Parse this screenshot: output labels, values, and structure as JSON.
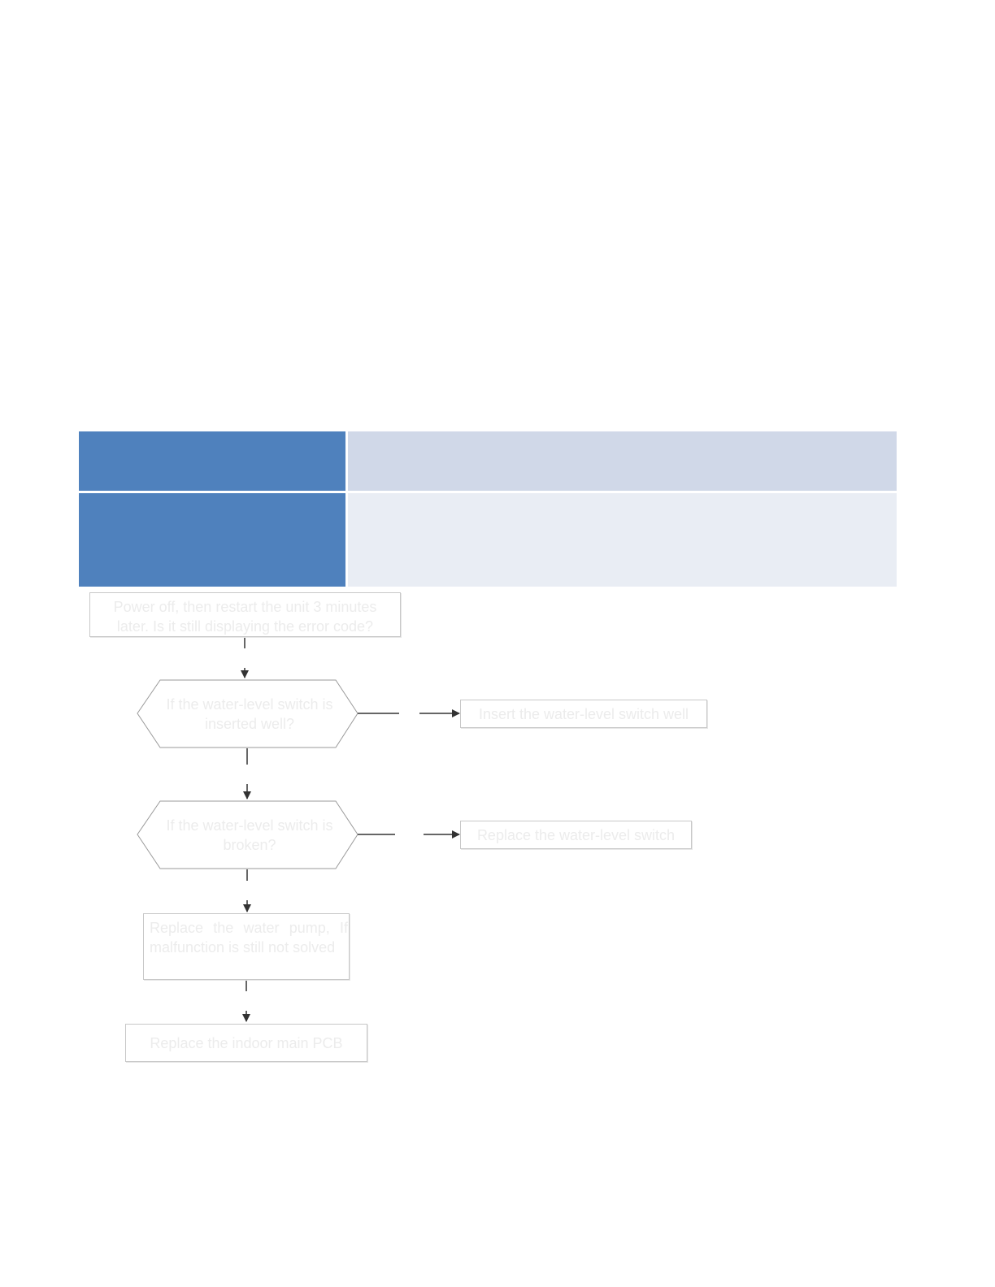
{
  "flowchart": {
    "start_box": "Power off, then restart the unit 3 minutes later. Is it still displaying the error code?",
    "decision_1": "If the water-level switch is inserted well?",
    "action_1": "Insert the water-level switch well",
    "decision_2": "If the water-level switch is broken?",
    "action_2": "Replace the water-level switch",
    "step_pump": "Replace the water pump, If malfunction is still not solved",
    "final_box": "Replace the indoor main PCB"
  },
  "colors": {
    "header_dark": "#4f81bd",
    "header_light": "#d0d8e8",
    "row_light": "#e9edf4",
    "line": "#333333"
  }
}
